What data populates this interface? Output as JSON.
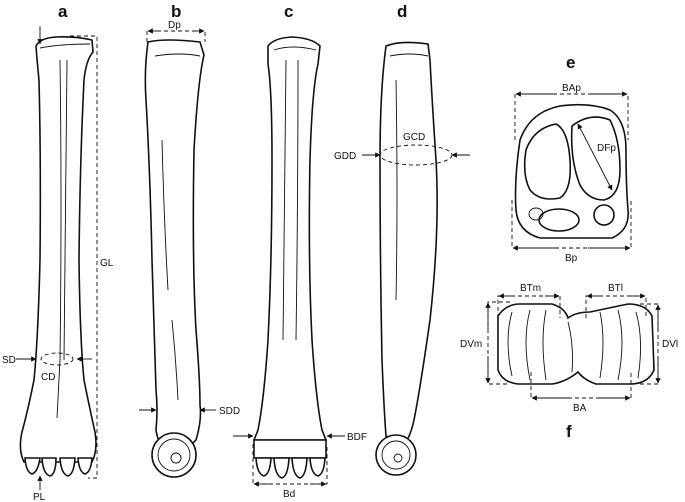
{
  "panels": {
    "a": "a",
    "b": "b",
    "c": "c",
    "d": "d",
    "e": "e",
    "f": "f"
  },
  "labels": {
    "GL": "GL",
    "SD": "SD",
    "CD": "CD",
    "PL": "PL",
    "Dp": "Dp",
    "SDD": "SDD",
    "BDF": "BDF",
    "Bd": "Bd",
    "GDD": "GDD",
    "GCD": "GCD",
    "BAp": "BAp",
    "DFp": "DFp",
    "Bp": "Bp",
    "BTm": "BTm",
    "BTl": "BTl",
    "DVm": "DVm",
    "DVl": "DVl",
    "BA": "BA"
  }
}
